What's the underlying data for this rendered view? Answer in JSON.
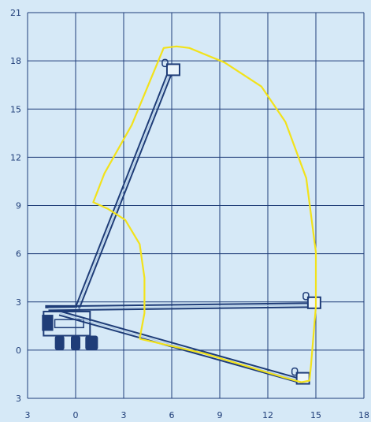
{
  "chart_data": {
    "type": "diagram",
    "title": "",
    "xlabel": "",
    "ylabel": "",
    "x_range": [
      -3,
      18
    ],
    "y_range": [
      -3,
      21
    ],
    "x_ticks": [
      "3",
      "0",
      "3",
      "6",
      "9",
      "12",
      "15",
      "18"
    ],
    "y_ticks": [
      "21",
      "18",
      "15",
      "12",
      "9",
      "6",
      "3",
      "0",
      "3"
    ],
    "grid": true,
    "colors": {
      "background": "#d6e9f7",
      "grid": "#1f3d78",
      "tick_label": "#1f3d78",
      "machine": "#1f3d78",
      "working_envelope": "#f2e21a"
    },
    "working_envelope": [
      [
        4.0,
        0.7
      ],
      [
        4.3,
        2.3
      ],
      [
        4.3,
        4.5
      ],
      [
        4.0,
        6.6
      ],
      [
        3.1,
        8.1
      ],
      [
        2.0,
        8.8
      ],
      [
        1.1,
        9.2
      ],
      [
        1.8,
        11.0
      ],
      [
        3.5,
        14.0
      ],
      [
        5.5,
        18.8
      ],
      [
        6.3,
        18.9
      ],
      [
        7.1,
        18.8
      ],
      [
        9.3,
        17.9
      ],
      [
        11.6,
        16.4
      ],
      [
        13.1,
        14.2
      ],
      [
        14.4,
        10.7
      ],
      [
        15.0,
        6.1
      ],
      [
        15.0,
        2.7
      ],
      [
        14.7,
        -0.9
      ],
      [
        14.6,
        -1.9
      ],
      [
        14.1,
        -2.0
      ],
      [
        13.0,
        -1.7
      ],
      [
        8.0,
        -0.2
      ],
      [
        4.0,
        0.7
      ]
    ],
    "boom_positions": [
      {
        "base": [
          0.1,
          2.6
        ],
        "tip": [
          5.9,
          17.3
        ]
      },
      {
        "base": [
          -1.7,
          2.6
        ],
        "tip": [
          14.7,
          2.8
        ]
      },
      {
        "base": [
          -1.0,
          2.3
        ],
        "tip": [
          14.0,
          -1.9
        ]
      }
    ]
  }
}
